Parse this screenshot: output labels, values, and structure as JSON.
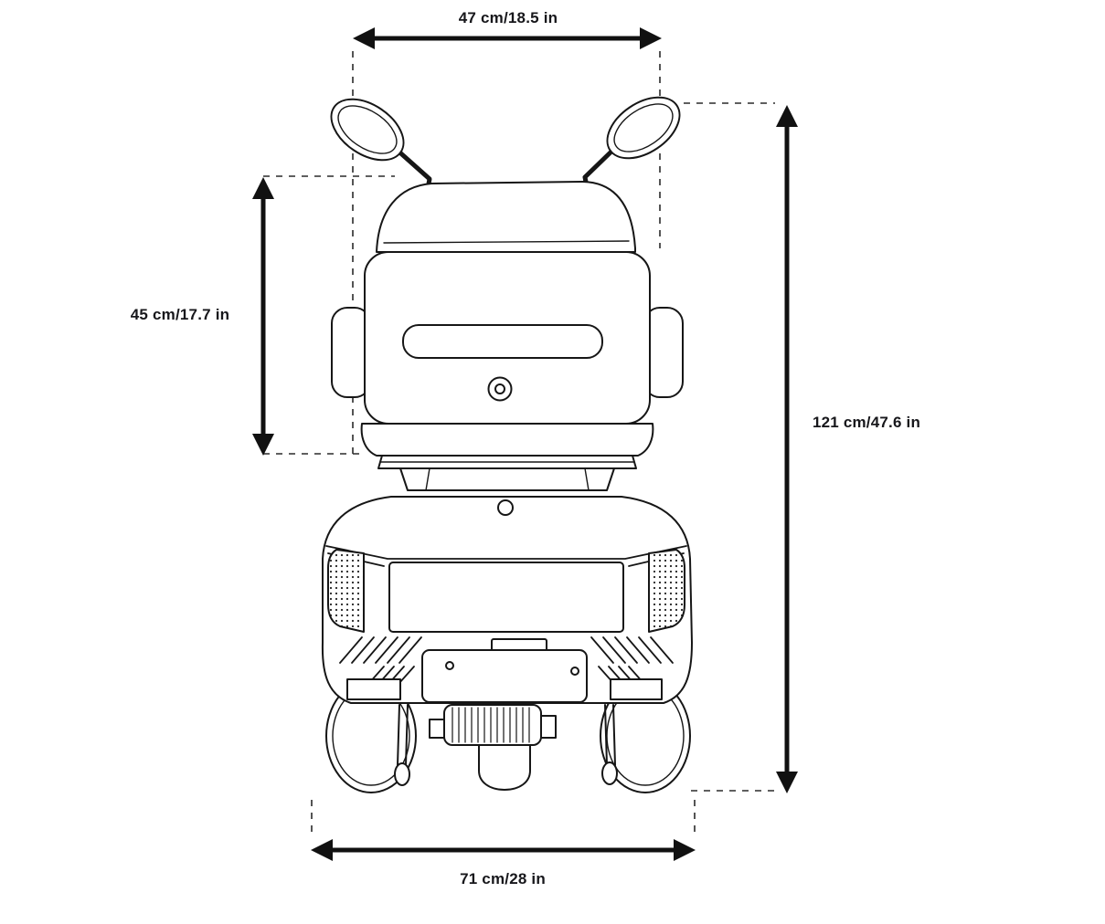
{
  "diagram": {
    "subject": "mobility-scooter-rear-view-dimension-drawing",
    "dimensions": {
      "top_width": "47 cm/18.5 in",
      "seat_height": "45 cm/17.7 in",
      "total_height": "121 cm/47.6 in",
      "bottom_width": "71 cm/28 in"
    },
    "colors": {
      "line": "#1a1a1a",
      "background": "#ffffff"
    }
  }
}
